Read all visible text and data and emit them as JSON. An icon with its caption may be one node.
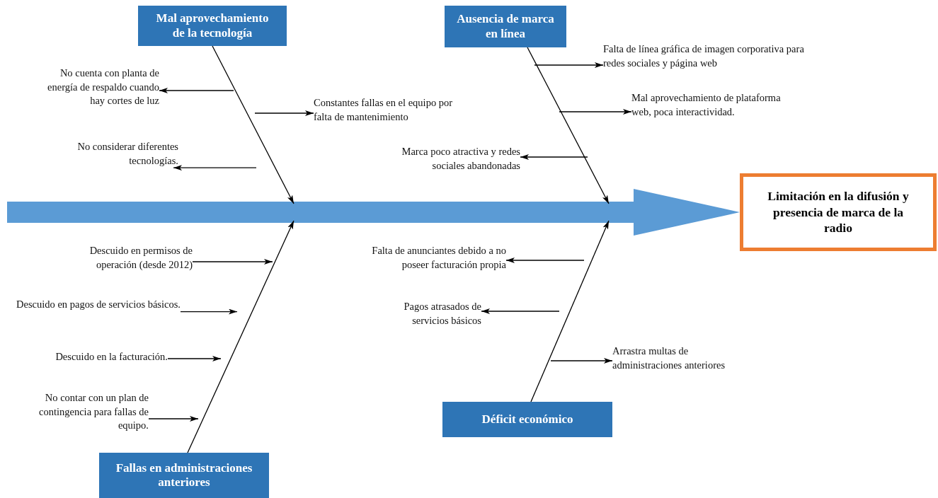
{
  "diagram": {
    "nodes": [
      {
        "text": [
          "Mal aprovechamiento de la tecnología"
        ]
      },
      {
        "text": [
          "Ausencia de marca en línea"
        ]
      },
      {
        "text": [
          "Falta de línea gráfica de imagen corporativa para redes sociales y página web"
        ]
      },
      {
        "text": [
          "No cuenta con planta de energía de respaldo cuando hay cortes de luz"
        ]
      },
      {
        "text": [
          "Constantes fallas en el equipo por falta de mantenimiento"
        ]
      },
      {
        "text": [
          "Mal aprovechamiento de plataforma web, poca interactividad."
        ]
      },
      {
        "text": [
          "No considerar diferentes tecnologías."
        ]
      },
      {
        "text": [
          "Marca poco atractiva y redes sociales abandonadas"
        ]
      },
      {
        "text": [
          "Limitación en la difusión y presencia de marca de la radio"
        ]
      },
      {
        "text": [
          "Descuido en permisos de operación (desde 2012)"
        ]
      },
      {
        "text": [
          "Falta de anunciantes debido a no poseer facturación propia"
        ]
      },
      {
        "text": [
          "Pagos atrasados de servicios básicos"
        ]
      },
      {
        "text": [
          "Descuido en pagos de servicios básicos."
        ]
      },
      {
        "text": [
          "Descuido en la facturación."
        ]
      },
      {
        "text": [
          "Arrastra multas de administraciones anteriores"
        ]
      },
      {
        "text": [
          "No contar con un plan de contingencia para fallas de equipo."
        ]
      },
      {
        "text": [
          "Déficit económico"
        ]
      },
      {
        "text": [
          "Fallas en administraciones anteriores"
        ]
      }
    ],
    "edges": [
      {
        "from": null,
        "to": 8,
        "arrow": "to",
        "style": "thick",
        "color": "#5b9bd5"
      },
      {
        "from": 0,
        "to": null,
        "arrow": "to"
      },
      {
        "from": 1,
        "to": null,
        "arrow": "to"
      },
      {
        "from": 17,
        "to": null,
        "arrow": "to"
      },
      {
        "from": 16,
        "to": null,
        "arrow": "to"
      },
      {
        "from": null,
        "to": 3,
        "arrow": "to"
      },
      {
        "from": null,
        "to": 4,
        "arrow": "to"
      },
      {
        "from": null,
        "to": 6,
        "arrow": "to"
      },
      {
        "from": null,
        "to": 2,
        "arrow": "to"
      },
      {
        "from": null,
        "to": 5,
        "arrow": "to"
      },
      {
        "from": null,
        "to": 7,
        "arrow": "to"
      },
      {
        "from": 9,
        "to": null,
        "arrow": "to"
      },
      {
        "from": 12,
        "to": null,
        "arrow": "to"
      },
      {
        "from": 13,
        "to": null,
        "arrow": "to"
      },
      {
        "from": 15,
        "to": null,
        "arrow": "to"
      },
      {
        "from": null,
        "to": 10,
        "arrow": "to"
      },
      {
        "from": null,
        "to": 11,
        "arrow": "to"
      },
      {
        "from": null,
        "to": 14,
        "arrow": "to"
      }
    ]
  }
}
